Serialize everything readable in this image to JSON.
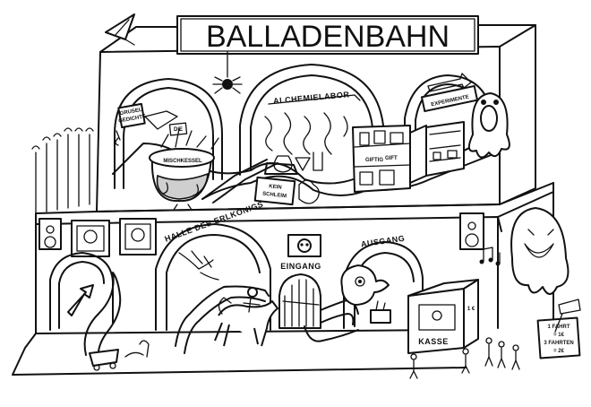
{
  "title": "BALLADENBAHN",
  "labels": {
    "alchemielabor": "ALCHEMIELABOR",
    "experimente": "EXPERIMENTE",
    "gruselgedichte": [
      "GRUSEL",
      "GEDICHTE"
    ],
    "mischkessel": "MISCHKESSEL",
    "kein_schleim": [
      "KEIN",
      "SCHLEIM"
    ],
    "giftig": [
      "GIFTIG"
    ],
    "gift": "GIFT",
    "halle": "HALLE DES ERLKÖNIGS",
    "eingang": "EINGANG",
    "ausgang": "AUSGANG",
    "kasse": "KASSE",
    "preis": [
      "1 FAHRT",
      "= 1€",
      "3 FAHRTEN",
      "= 2€"
    ]
  },
  "icon_names": [
    "origami-crane-icon",
    "spider-icon",
    "ghost-icon",
    "speaker-icon",
    "music-note-icon",
    "arrow-icon",
    "skull-icon"
  ]
}
